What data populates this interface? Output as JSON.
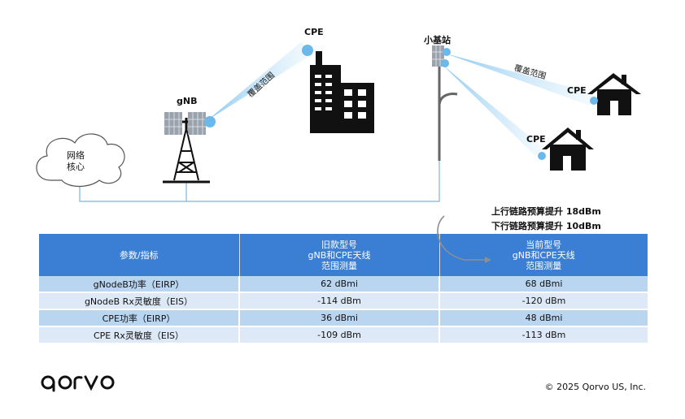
{
  "diagram": {
    "core_network_label": "网络\n核心",
    "gnb_label": "gNB",
    "cpe_building_label": "CPE",
    "small_cell_label": "小基站",
    "coverage_label_gnb": "覆盖范围",
    "coverage_label_small_cell": "覆盖范围",
    "cpe_house1_label": "CPE",
    "cpe_house2_label": "CPE"
  },
  "improvements": {
    "uplink": "上行链路预算提升 18dBm",
    "downlink": "下行链路预算提升 10dBm"
  },
  "table": {
    "headers": [
      "参数/指标",
      "旧款型号\ngNB和CPE天线\n范围测量",
      "当前型号\ngNB和CPE天线\n范围测量"
    ],
    "rows": [
      [
        "gNodeB功率（EIRP）",
        "62 dBmi",
        "68 dBmi"
      ],
      [
        "gNodeB Rx灵敏度（EIS）",
        "-114 dBm",
        "-120 dBm"
      ],
      [
        "CPE功率（EIRP）",
        "36 dBmi",
        "48 dBmi"
      ],
      [
        "CPE Rx灵敏度（EIS）",
        "-109 dBm",
        "-113 dBm"
      ]
    ]
  },
  "footer": {
    "logo_text": "qorvo",
    "copyright": "© 2025 Qorvo US, Inc."
  },
  "colors": {
    "header_blue": "#3b7fd4",
    "row_dark": "#b9d5f0",
    "row_light": "#dde9f7",
    "beam_blue": "#9fd0f0",
    "link_line": "#7fb2e0"
  }
}
